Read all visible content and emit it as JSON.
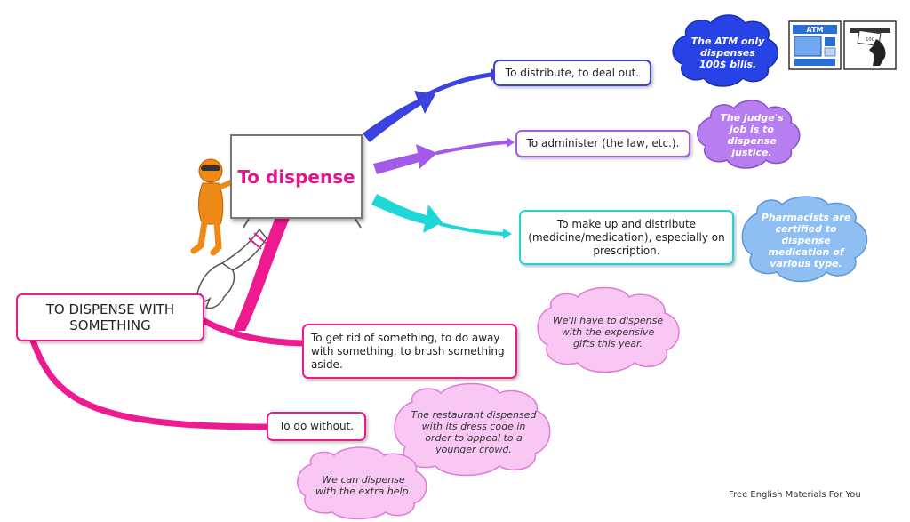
{
  "central": {
    "label": "To dispense"
  },
  "phrasal": {
    "label": "TO DISPENSE WITH SOMETHING"
  },
  "meanings": [
    {
      "label": "To distribute, to deal out."
    },
    {
      "label": "To administer (the law, etc.)."
    },
    {
      "label": "To make up and distribute (medicine/medication), especially on prescription."
    }
  ],
  "phrasal_meanings": [
    {
      "label": "To get rid of something, to do away with something, to brush something aside."
    },
    {
      "label": "To do without."
    }
  ],
  "examples": [
    {
      "text": "The ATM only dispenses 100$ bills."
    },
    {
      "text": "The judge's job is to dispense justice."
    },
    {
      "text": "Pharmacists are certified to dispense medication of various type."
    },
    {
      "text": "We'll have to dispense with the expensive gifts this year."
    },
    {
      "text": "The restaurant dispensed with its dress code in order to appeal to a younger crowd."
    },
    {
      "text": "We can dispense with the extra help."
    }
  ],
  "atm_sign": "ATM",
  "atm_bill": "100",
  "footer": "Free English Materials For You"
}
